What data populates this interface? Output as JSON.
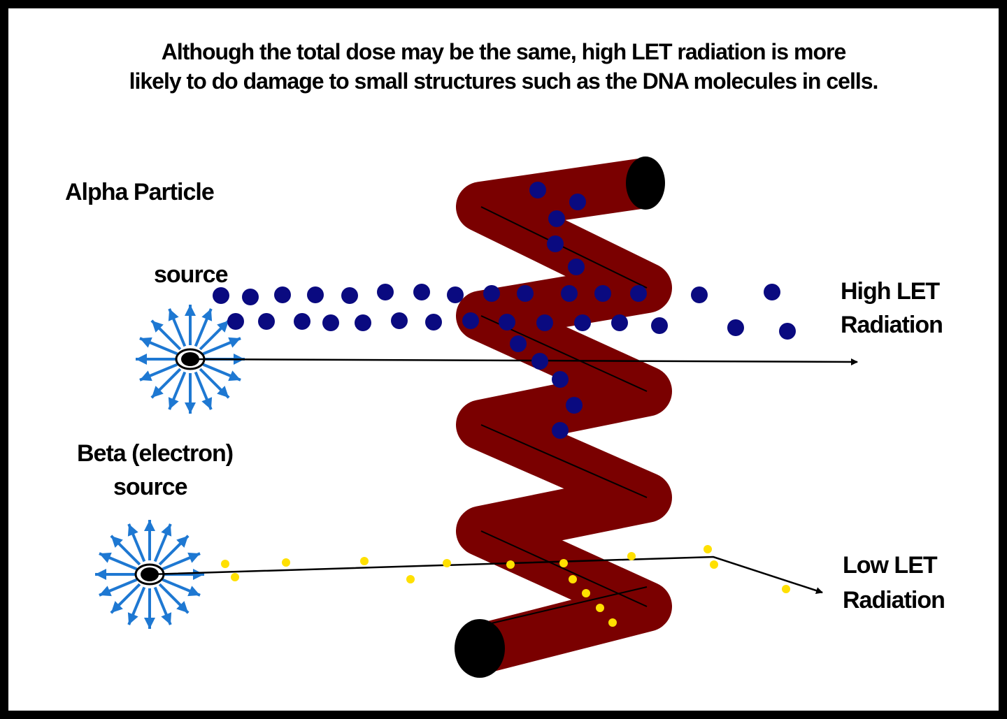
{
  "caption": {
    "line1": "Although the total dose may be the same, high LET radiation is more",
    "line2": "likely to do damage to small structures such as  the DNA molecules in cells."
  },
  "alpha": {
    "label": "Alpha Particle",
    "source_label": "source"
  },
  "beta": {
    "label": "Beta (electron)",
    "source_label": "source"
  },
  "high_let": {
    "line1": "High LET",
    "line2": "Radiation"
  },
  "low_let": {
    "line1": "Low LET",
    "line2": "Radiation"
  },
  "colors": {
    "helix": "#7a0000",
    "helix_end": "#000000",
    "alpha_particle": "#0a0a80",
    "beta_particle": "#ffe000",
    "source_arrows": "#1e78d2",
    "frame": "#000000"
  }
}
